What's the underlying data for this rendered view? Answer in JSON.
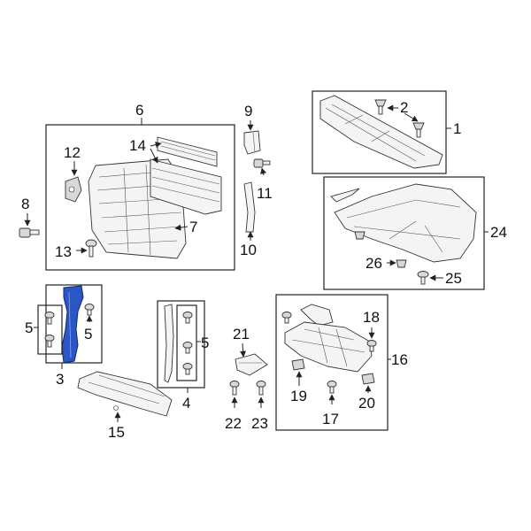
{
  "callouts": {
    "c1": "1",
    "c2": "2",
    "c3": "3",
    "c4": "4",
    "c5a": "5",
    "c5b": "5",
    "c5c": "5",
    "c6": "6",
    "c7": "7",
    "c8": "8",
    "c9": "9",
    "c10": "10",
    "c11": "11",
    "c12": "12",
    "c13": "13",
    "c14": "14",
    "c15": "15",
    "c16": "16",
    "c17": "17",
    "c18": "18",
    "c19": "19",
    "c20": "20",
    "c21": "21",
    "c22": "22",
    "c23": "23",
    "c24": "24",
    "c25": "25",
    "c26": "26"
  },
  "colors": {
    "highlight": "#2a56c6",
    "line": "#222222"
  }
}
